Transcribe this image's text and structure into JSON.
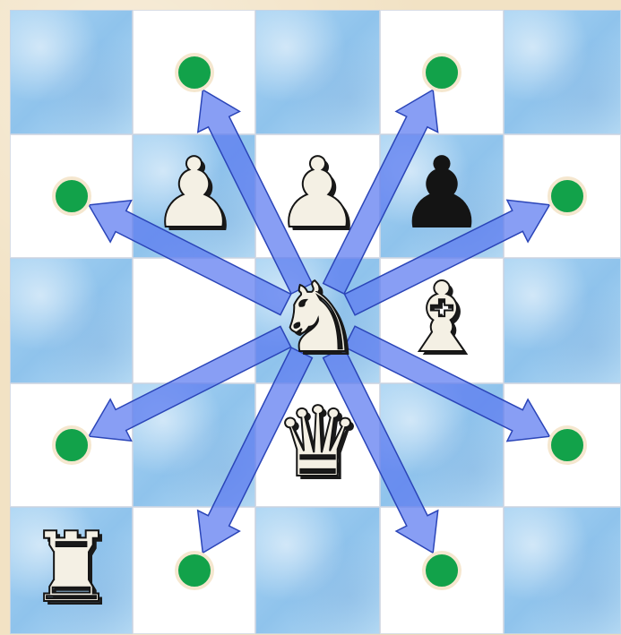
{
  "board": {
    "pieces": [
      {
        "id": "white-pawn-1",
        "glyph": "♟",
        "color": "white",
        "file": 1,
        "rank": 1
      },
      {
        "id": "white-pawn-2",
        "glyph": "♟",
        "color": "white",
        "file": 2,
        "rank": 1
      },
      {
        "id": "black-pawn",
        "glyph": "♟",
        "color": "black",
        "file": 3,
        "rank": 1
      },
      {
        "id": "white-knight",
        "glyph": "♞",
        "color": "white",
        "file": 2,
        "rank": 2
      },
      {
        "id": "white-bishop",
        "glyph": "♝",
        "color": "white",
        "file": 3,
        "rank": 2
      },
      {
        "id": "white-queen",
        "glyph": "♛",
        "color": "white",
        "file": 2,
        "rank": 3
      },
      {
        "id": "white-rook",
        "glyph": "♜",
        "color": "white",
        "file": 0,
        "rank": 4
      }
    ],
    "targets": [
      {
        "file": 1,
        "rank": 0
      },
      {
        "file": 3,
        "rank": 0
      },
      {
        "file": 0,
        "rank": 1
      },
      {
        "file": 4,
        "rank": 1
      },
      {
        "file": 0,
        "rank": 3
      },
      {
        "file": 4,
        "rank": 3
      },
      {
        "file": 1,
        "rank": 4
      },
      {
        "file": 3,
        "rank": 4
      }
    ],
    "colors": {
      "light": "#ffffff",
      "dark": "#a9d4f3",
      "target": "#12a24a",
      "arrow": "#5a78f0",
      "frame": "#f2e2c4"
    }
  }
}
